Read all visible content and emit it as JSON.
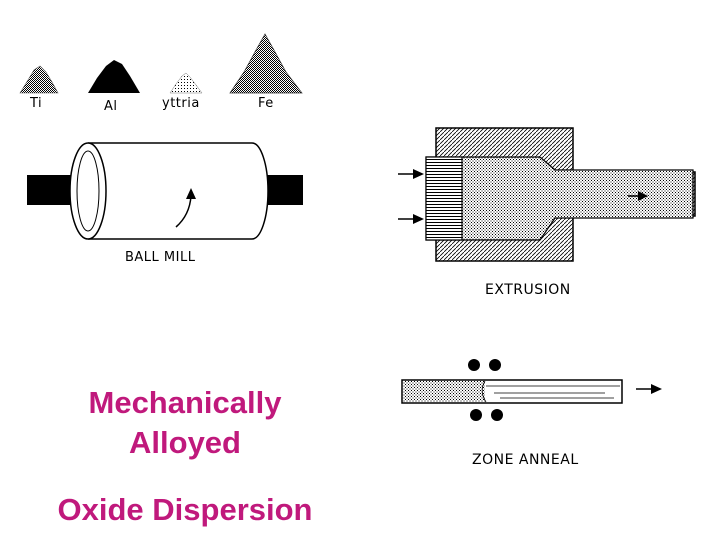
{
  "powders": {
    "ti": "Ti",
    "al": "Al",
    "yttria": "yttria",
    "fe": "Fe"
  },
  "stages": {
    "ball_mill": "BALL MILL",
    "extrusion": "EXTRUSION",
    "zone_anneal": "ZONE ANNEAL"
  },
  "caption": {
    "line1": "Mechanically",
    "line2": "Alloyed",
    "line3": "Oxide Dispersion"
  },
  "colors": {
    "caption": "#c0197c"
  }
}
